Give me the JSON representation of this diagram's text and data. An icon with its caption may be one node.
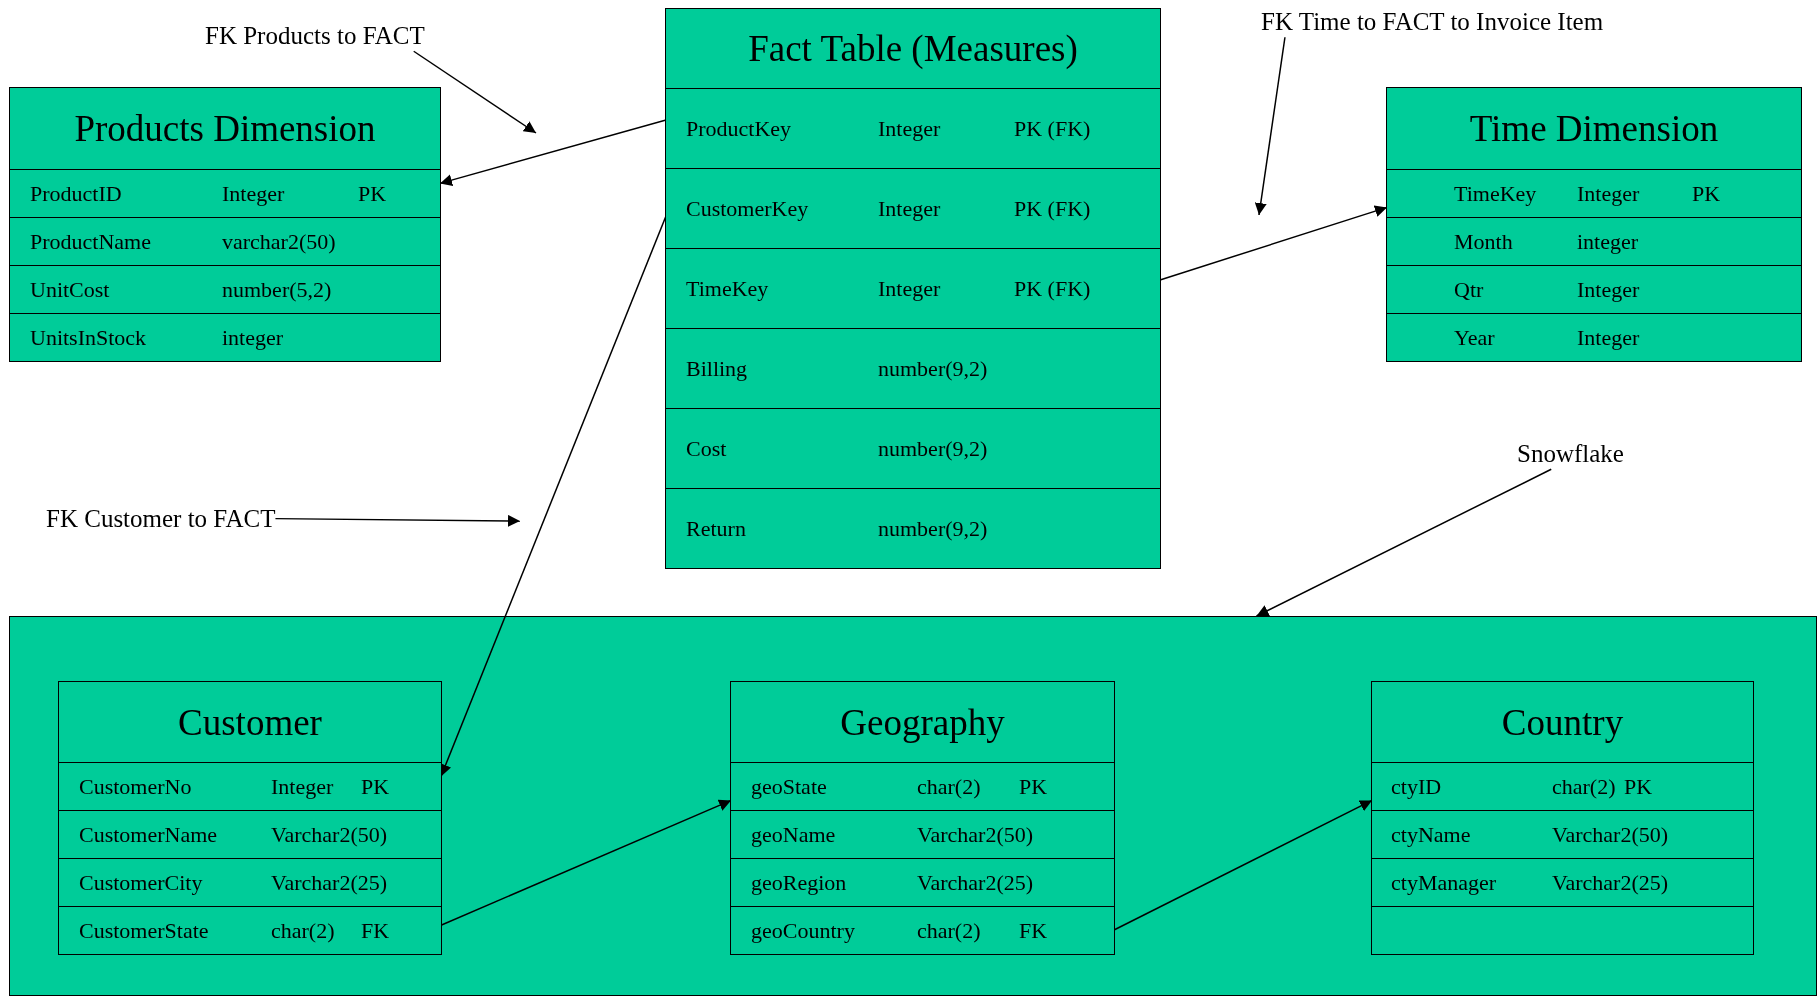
{
  "diagram": {
    "nodes": [
      {
        "text": [
          "Fact Table (Measures)"
        ]
      },
      {
        "text": [
          "ProductKey",
          "Integer",
          "PK (FK)"
        ],
        "in": 0
      },
      {
        "text": [
          "CustomerKey",
          "Integer",
          "PK (FK)"
        ],
        "in": 0
      },
      {
        "text": [
          "TimeKey",
          "Integer",
          "PK (FK)"
        ],
        "in": 0
      },
      {
        "text": [
          "Billing",
          "number(9,2)"
        ],
        "in": 0
      },
      {
        "text": [
          "Cost",
          "number(9,2)"
        ],
        "in": 0
      },
      {
        "text": [
          "Return",
          "number(9,2)"
        ],
        "in": 0
      },
      {
        "text": [
          "Products Dimension"
        ]
      },
      {
        "text": [
          "ProductID",
          "Integer",
          "PK"
        ],
        "in": 7
      },
      {
        "text": [
          "ProductName",
          "varchar2(50)"
        ],
        "in": 7
      },
      {
        "text": [
          "UnitCost",
          "number(5,2)"
        ],
        "in": 7
      },
      {
        "text": [
          "UnitsInStock",
          "integer"
        ],
        "in": 7
      },
      {
        "text": [
          "Time Dimension"
        ]
      },
      {
        "text": [
          "TimeKey",
          "Integer",
          "PK"
        ],
        "in": 12
      },
      {
        "text": [
          "Month",
          "integer"
        ],
        "in": 12
      },
      {
        "text": [
          "Qtr",
          "Integer"
        ],
        "in": 12
      },
      {
        "text": [
          "Year",
          "Integer"
        ],
        "in": 12
      },
      {
        "text": [],
        "shape": "box"
      },
      {
        "text": [
          "Customer"
        ],
        "in": 17
      },
      {
        "text": [
          "CustomerNo",
          "Integer",
          "PK"
        ],
        "in": 18
      },
      {
        "text": [
          "CustomerName",
          "Varchar2(50)"
        ],
        "in": 18
      },
      {
        "text": [
          "CustomerCity",
          "Varchar2(25)"
        ],
        "in": 18
      },
      {
        "text": [
          "CustomerState",
          "char(2)",
          "FK"
        ],
        "in": 18
      },
      {
        "text": [
          "Geography"
        ],
        "in": 17
      },
      {
        "text": [
          "geoState",
          "char(2)",
          "PK"
        ],
        "in": 23
      },
      {
        "text": [
          "geoName",
          "Varchar2(50)"
        ],
        "in": 23
      },
      {
        "text": [
          "geoRegion",
          "Varchar2(25)"
        ],
        "in": 23
      },
      {
        "text": [
          "geoCountry",
          "char(2)",
          "FK"
        ],
        "in": 23
      },
      {
        "text": [
          "Country"
        ],
        "in": 17
      },
      {
        "text": [
          "ctyID",
          "char(2)",
          "PK"
        ],
        "in": 28
      },
      {
        "text": [
          "ctyName",
          "Varchar2(50)"
        ],
        "in": 28
      },
      {
        "text": [
          "ctyManager",
          "Varchar2(25)"
        ],
        "in": 28
      },
      {
        "text": [],
        "shape": "box",
        "in": 28
      },
      {
        "text": [
          "FK Products to FACT"
        ]
      },
      {
        "text": [
          "FK Time to FACT to Invoice Item"
        ]
      },
      {
        "text": [
          "FK Customer to FACT"
        ]
      },
      {
        "text": [
          "Snowflake"
        ]
      }
    ],
    "edges": [
      {
        "from": 1,
        "to": 8,
        "arrow": "to"
      },
      {
        "from": 2,
        "to": 19,
        "arrow": "to"
      },
      {
        "from": 3,
        "to": 13,
        "arrow": "to"
      },
      {
        "from": 22,
        "to": 24,
        "arrow": "to"
      },
      {
        "from": 27,
        "to": 29,
        "arrow": "to"
      },
      {
        "from": 33,
        "to": null,
        "arrow": "to"
      },
      {
        "from": 34,
        "to": null,
        "arrow": "to"
      },
      {
        "from": 35,
        "to": null,
        "arrow": "to"
      },
      {
        "from": 36,
        "to": 17,
        "arrow": "to"
      }
    ]
  }
}
